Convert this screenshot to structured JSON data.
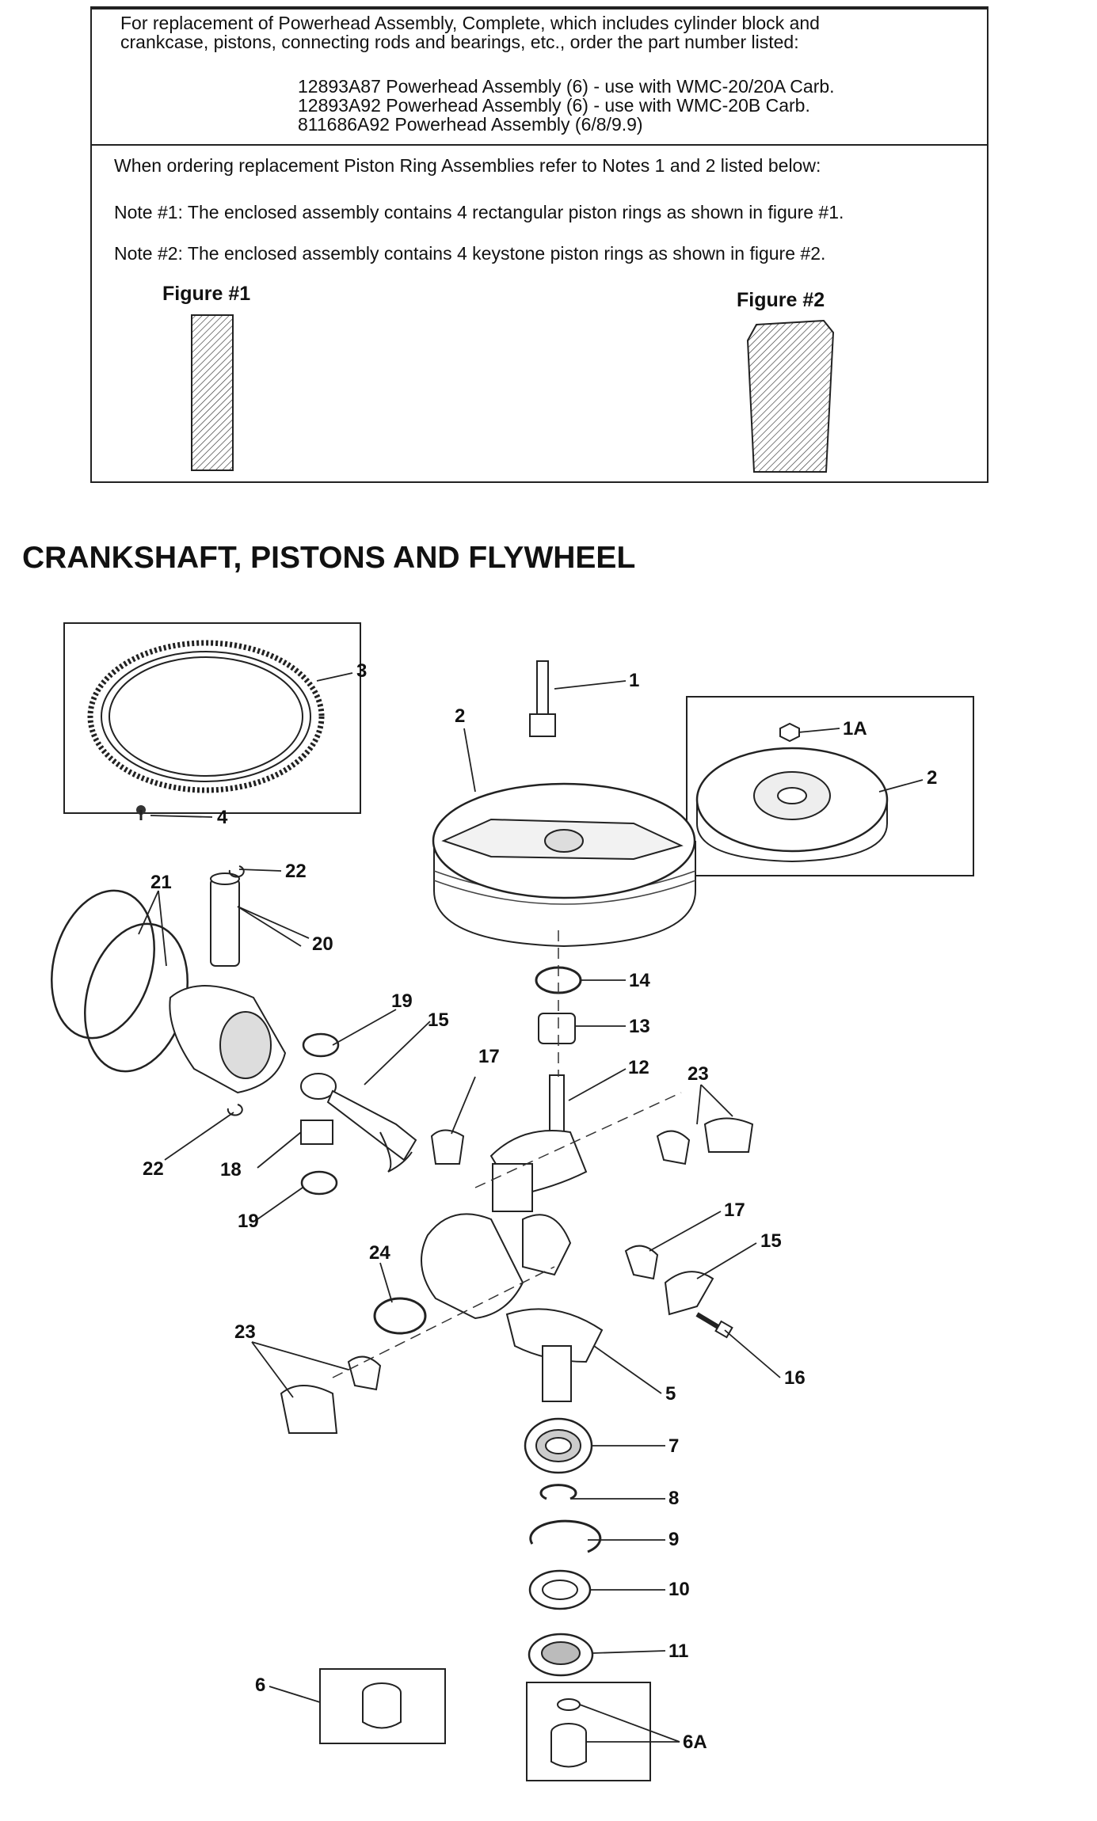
{
  "notes": {
    "replacement_intro_1": "For replacement of Powerhead Assembly, Complete, which includes cylinder block and",
    "replacement_intro_2": "crankcase, pistons, connecting rods and bearings, etc., order the part number listed:",
    "part_1": "12893A87 Powerhead Assembly (6) - use with WMC-20/20A Carb.",
    "part_2": "12893A92 Powerhead Assembly (6) - use with WMC-20B Carb.",
    "part_3": "811686A92 Powerhead Assembly (6/8/9.9)",
    "ring_intro": "When ordering replacement Piston Ring Assemblies refer to Notes 1 and 2 listed below:",
    "note_1": "Note #1: The enclosed assembly contains 4 rectangular piston rings as shown in figure #1.",
    "note_2": "Note #2: The enclosed assembly contains 4 keystone piston rings as shown in figure #2.",
    "figure_1_label": "Figure #1",
    "figure_2_label": "Figure #2"
  },
  "section": {
    "title": "CRANKSHAFT, PISTONS AND FLYWHEEL"
  },
  "callouts": {
    "c1": "1",
    "c1A": "1A",
    "c2a": "2",
    "c2b": "2",
    "c3": "3",
    "c4": "4",
    "c5": "5",
    "c6": "6",
    "c6A": "6A",
    "c7": "7",
    "c8": "8",
    "c9": "9",
    "c10": "10",
    "c11": "11",
    "c12": "12",
    "c13": "13",
    "c14": "14",
    "c15a": "15",
    "c15b": "15",
    "c16": "16",
    "c17a": "17",
    "c17b": "17",
    "c18": "18",
    "c19a": "19",
    "c19b": "19",
    "c20": "20",
    "c21": "21",
    "c22a": "22",
    "c22b": "22",
    "c23a": "23",
    "c23b": "23",
    "c24": "24"
  }
}
